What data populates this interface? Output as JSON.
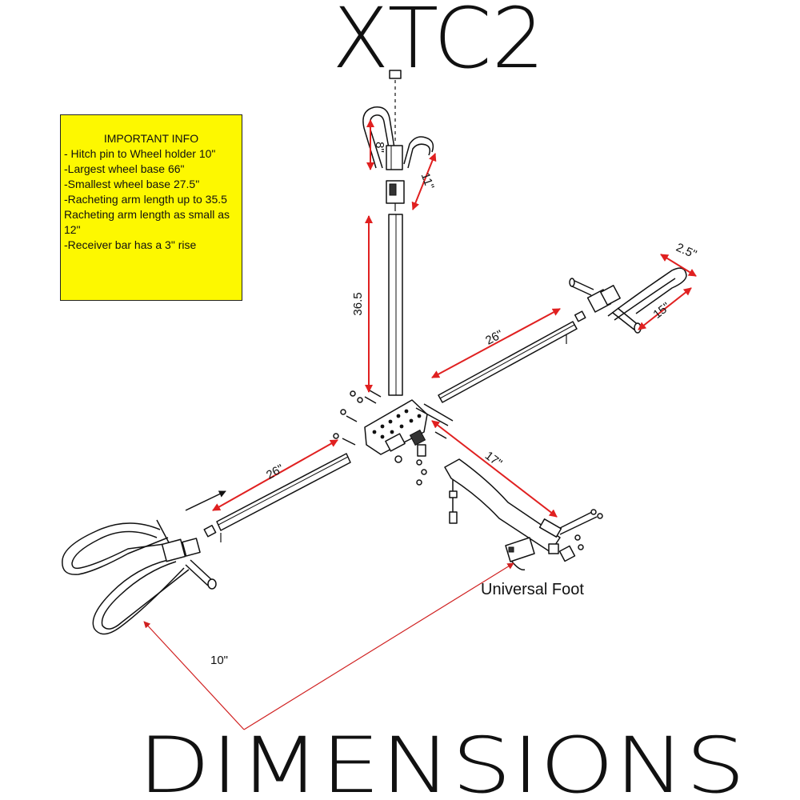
{
  "title": "XTC2",
  "footer_title": "DIMENSIONS",
  "info_box": {
    "heading": "IMPORTANT INFO",
    "lines": [
      "- Hitch pin to Wheel holder 10\"",
      "-Largest wheel base 66\"",
      "-Smallest wheel base 27.5\"",
      "-Racheting arm length up to 35.5",
      "Racheting arm length as small as 12\"",
      "-Receiver bar has a 3\" rise"
    ]
  },
  "part_labels": {
    "universal_foot": "Universal Foot"
  },
  "dimensions": {
    "top_cradle_height": "8\"",
    "top_cradle_arm": "11\"",
    "mast_height": "36.5",
    "right_arm": "26\"",
    "right_cradle_width": "2.5\"",
    "right_cradle_length": "15\"",
    "left_arm": "26\"",
    "receiver_bar": "17\"",
    "hitch_to_wheel": "10\""
  },
  "colors": {
    "dimension": "#e02020",
    "info_box": "#fdf800"
  }
}
